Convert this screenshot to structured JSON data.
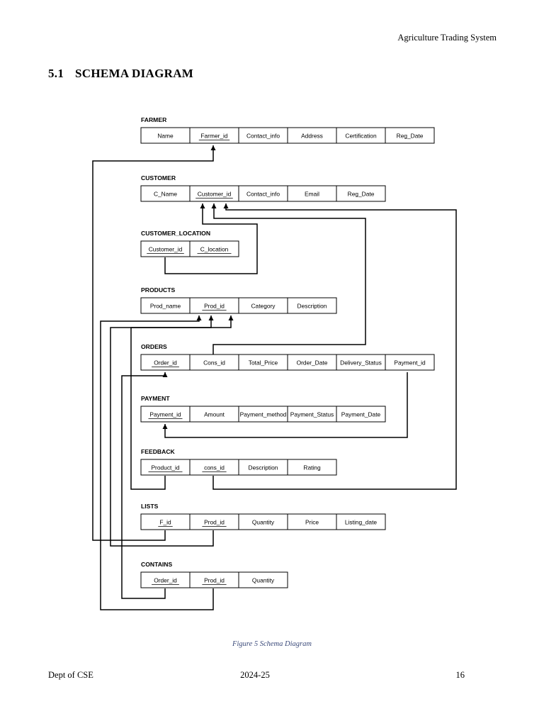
{
  "header": {
    "title": "Agriculture Trading System"
  },
  "section": {
    "number": "5.1",
    "title": "SCHEMA DIAGRAM"
  },
  "diagram": {
    "tables": [
      {
        "name": "FARMER",
        "columns": [
          {
            "label": "Name"
          },
          {
            "label": "Farmer_id",
            "key": true
          },
          {
            "label": "Contact_info"
          },
          {
            "label": "Address"
          },
          {
            "label": "Certification"
          },
          {
            "label": "Reg_Date"
          }
        ]
      },
      {
        "name": "CUSTOMER",
        "columns": [
          {
            "label": "C_Name"
          },
          {
            "label": "Customer_id",
            "key": true
          },
          {
            "label": "Contact_info"
          },
          {
            "label": "Email"
          },
          {
            "label": "Reg_Date"
          }
        ]
      },
      {
        "name": "CUSTOMER_LOCATION",
        "columns": [
          {
            "label": "Customer_id",
            "key": true
          },
          {
            "label": "C_location",
            "key": true
          }
        ]
      },
      {
        "name": "PRODUCTS",
        "columns": [
          {
            "label": "Prod_name"
          },
          {
            "label": "Prod_id",
            "key": true
          },
          {
            "label": "Category"
          },
          {
            "label": "Description"
          }
        ]
      },
      {
        "name": "ORDERS",
        "columns": [
          {
            "label": "Order_id",
            "key": true
          },
          {
            "label": "Cons_id"
          },
          {
            "label": "Total_Price"
          },
          {
            "label": "Order_Date"
          },
          {
            "label": "Delivery_Status"
          },
          {
            "label": "Payment_id"
          }
        ]
      },
      {
        "name": "PAYMENT",
        "columns": [
          {
            "label": "Payment_id",
            "key": true
          },
          {
            "label": "Amount"
          },
          {
            "label": "Payment_method"
          },
          {
            "label": "Payment_Status"
          },
          {
            "label": "Payment_Date"
          }
        ]
      },
      {
        "name": "FEEDBACK",
        "columns": [
          {
            "label": "Product_id",
            "key": true
          },
          {
            "label": "cons_id",
            "key": true
          },
          {
            "label": "Description"
          },
          {
            "label": "Rating"
          }
        ]
      },
      {
        "name": "LISTS",
        "columns": [
          {
            "label": "F_id",
            "key": true
          },
          {
            "label": "Prod_id",
            "key": true
          },
          {
            "label": "Quantity"
          },
          {
            "label": "Price"
          },
          {
            "label": "Listing_date"
          }
        ]
      },
      {
        "name": "CONTAINS",
        "columns": [
          {
            "label": "Order_id",
            "key": true
          },
          {
            "label": "Prod_id",
            "key": true
          },
          {
            "label": "Quantity"
          }
        ]
      }
    ],
    "relationships": [
      {
        "from": "LISTS.F_id",
        "to": "FARMER.Farmer_id"
      },
      {
        "from": "CUSTOMER_LOCATION.Customer_id",
        "to": "CUSTOMER.Customer_id"
      },
      {
        "from": "ORDERS.Cons_id",
        "to": "CUSTOMER.Customer_id"
      },
      {
        "from": "FEEDBACK.cons_id",
        "to": "CUSTOMER.Customer_id"
      },
      {
        "from": "LISTS.Prod_id",
        "to": "PRODUCTS.Prod_id"
      },
      {
        "from": "CONTAINS.Prod_id",
        "to": "PRODUCTS.Prod_id"
      },
      {
        "from": "FEEDBACK.Product_id",
        "to": "PRODUCTS.Prod_id"
      },
      {
        "from": "CONTAINS.Order_id",
        "to": "ORDERS.Order_id"
      },
      {
        "from": "ORDERS.Payment_id",
        "to": "PAYMENT.Payment_id"
      }
    ]
  },
  "caption": "Figure 5 Schema Diagram",
  "footer": {
    "left": "Dept of CSE",
    "center": "2024-25",
    "right": "16"
  }
}
